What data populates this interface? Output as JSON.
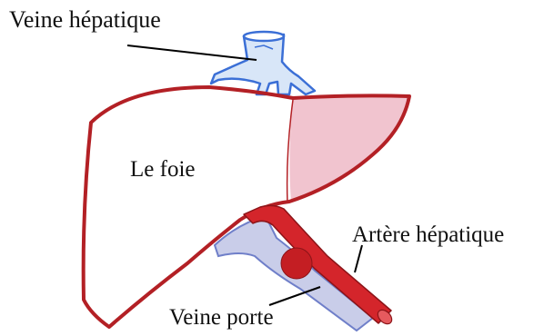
{
  "labels": {
    "veine_hepatique": "Veine hépatique",
    "le_foie": "Le foie",
    "artere_hepatique": "Artère hépatique",
    "veine_porte": "Veine porte"
  },
  "colors": {
    "liver_outline": "#b32025",
    "liver_right_lobe_fill": "#f1c4cf",
    "hepatic_vein": "#3b6fd6",
    "hepatic_vein_fill": "#d8e6f8",
    "portal_vein": "#6f7fc9",
    "portal_vein_fill": "#c9cde9",
    "artery": "#d4252b",
    "artery_dark": "#8c1418",
    "leader_line": "#000000"
  }
}
